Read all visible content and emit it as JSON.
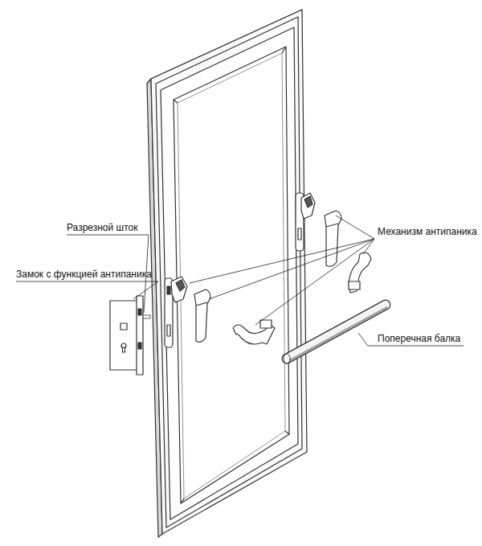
{
  "diagram": {
    "labels": [
      "Разрезной шток",
      "Механизм антипаника",
      "Замок с функцией антипаника",
      "Поперечная балка"
    ]
  }
}
